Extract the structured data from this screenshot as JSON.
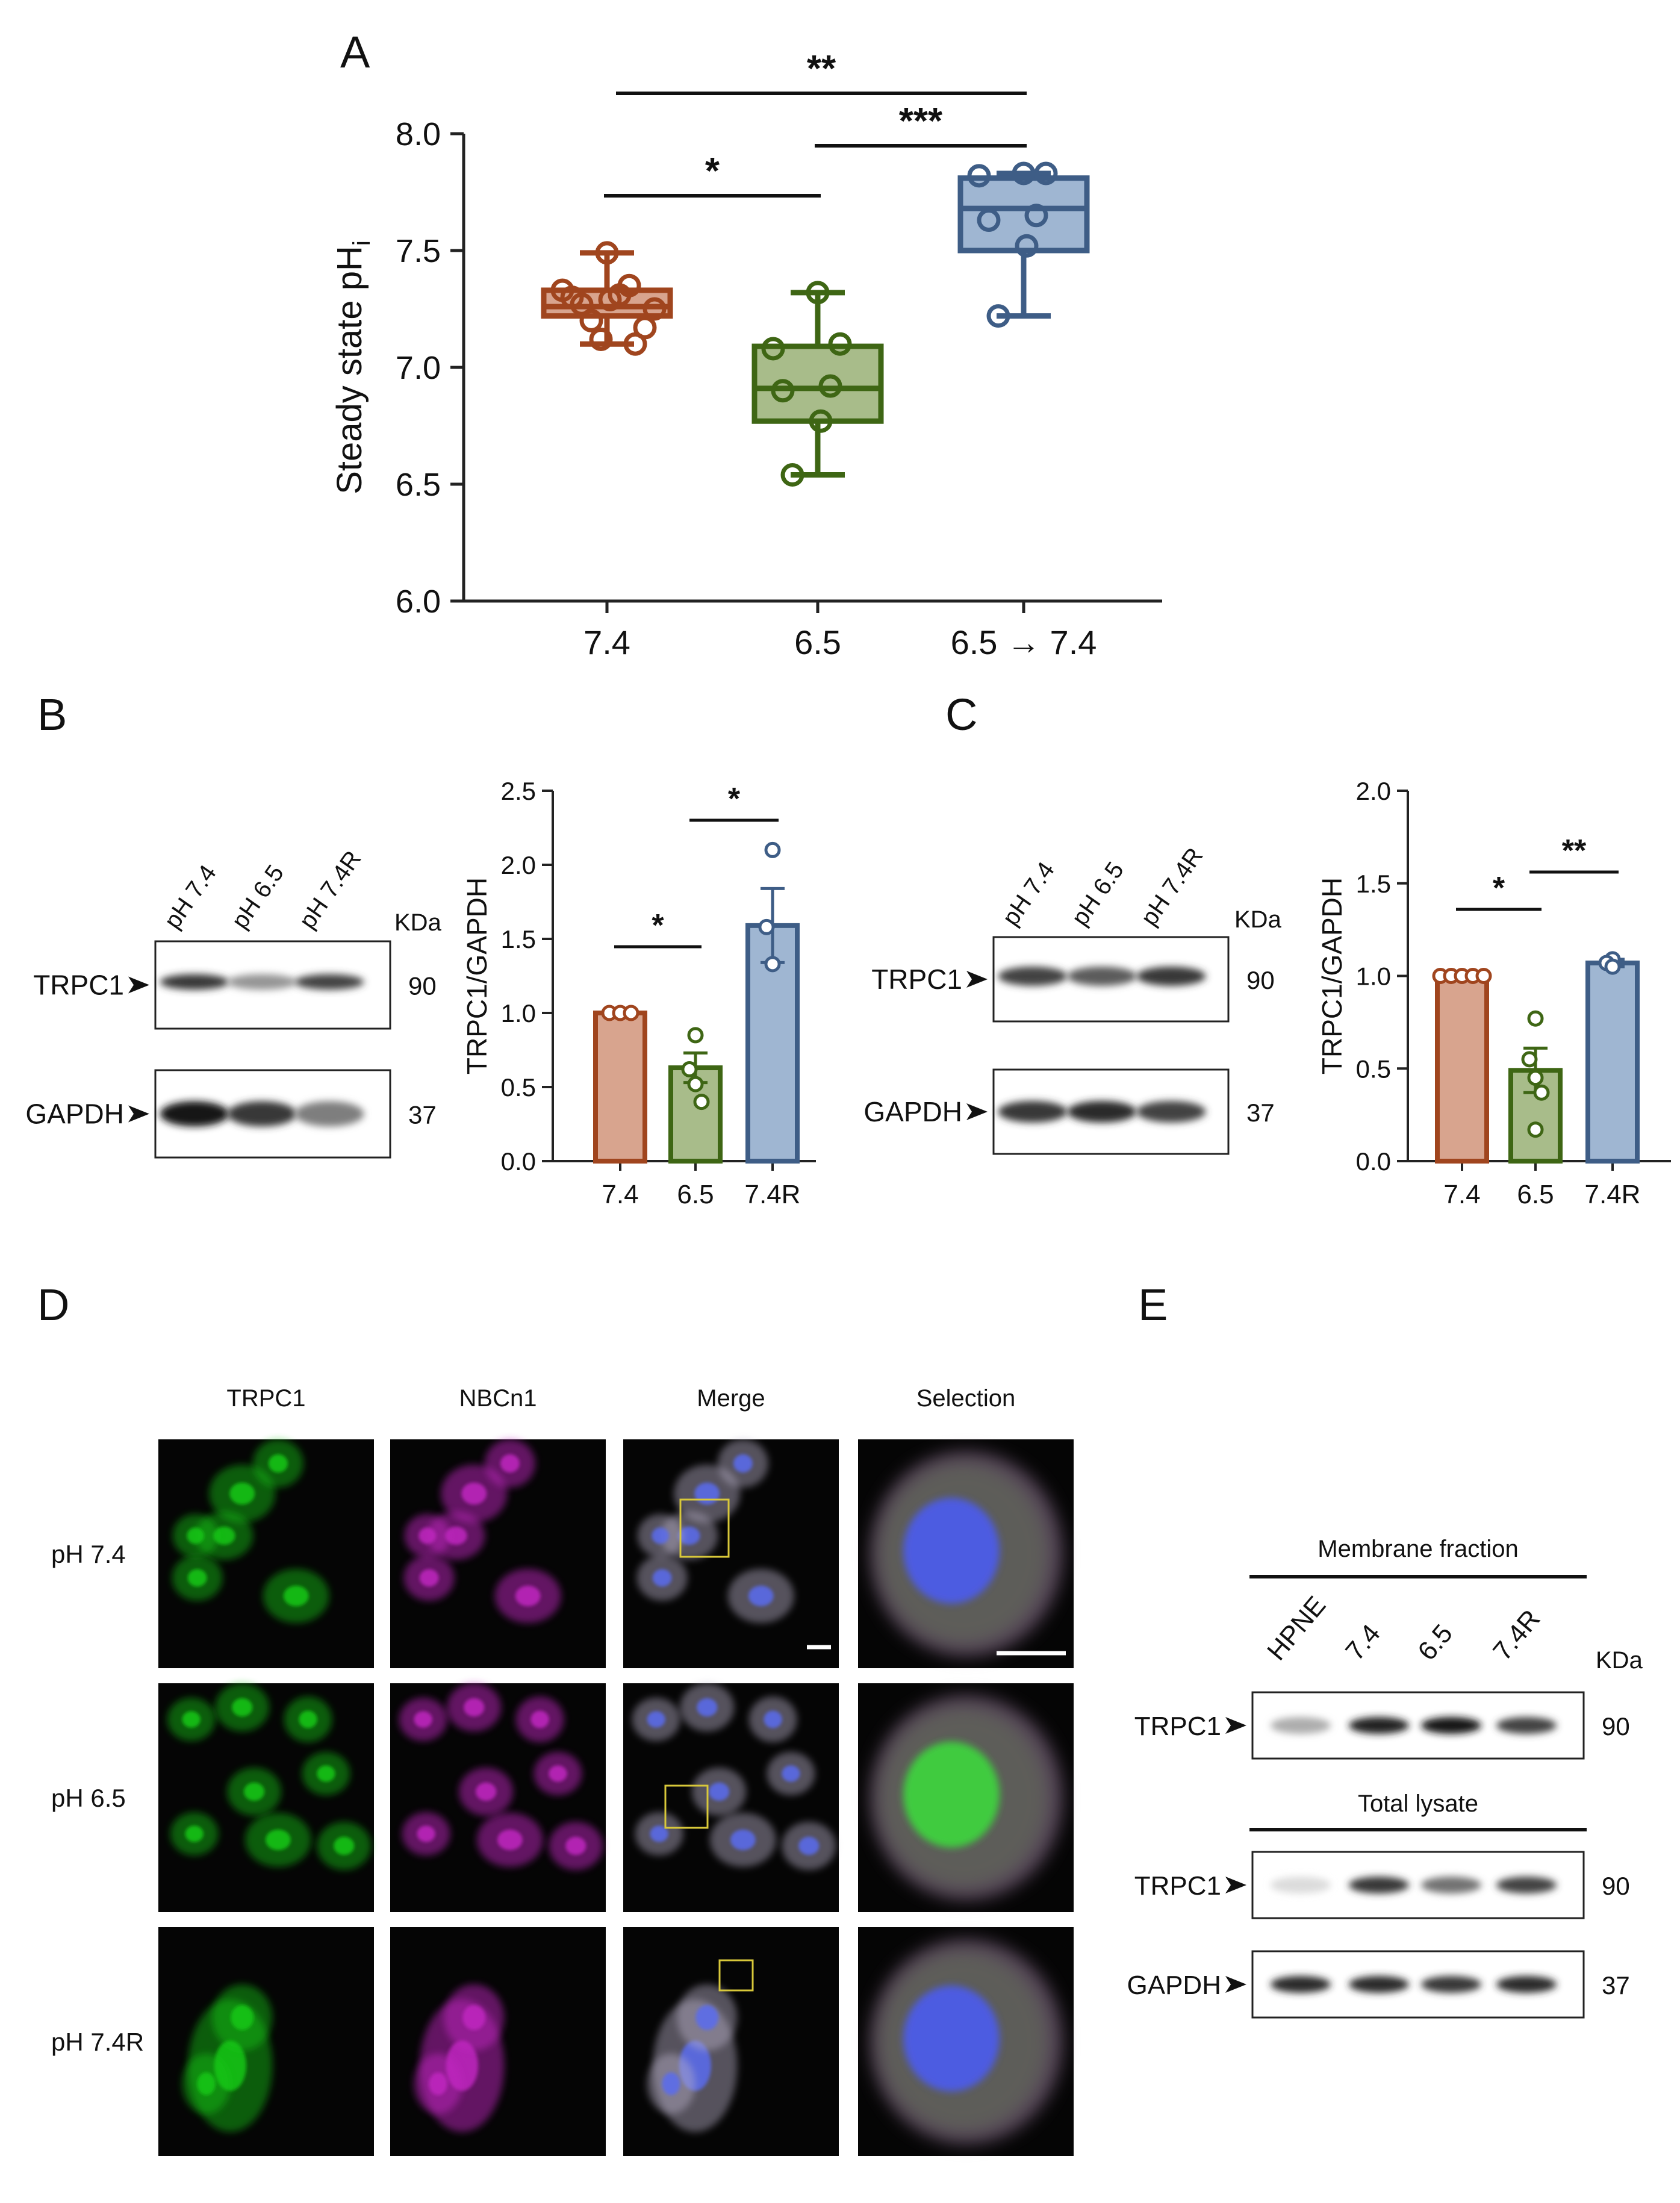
{
  "panel_labels": {
    "a": "A",
    "b": "B",
    "c": "C",
    "d": "D",
    "e": "E"
  },
  "colors": {
    "c74": "#A0451E",
    "f74": "#D8A48E",
    "c65": "#3E6614",
    "f65": "#A8BC8A",
    "cR": "#3E5D86",
    "fR": "#9FB6D2",
    "green": "#18C818",
    "magenta": "#C028C0",
    "box": "#D8C83A"
  },
  "chart_data": [
    {
      "id": "A",
      "type": "box",
      "categories": [
        "7.4",
        "6.5",
        "6.5 → 7.4"
      ],
      "ylabel": "Steady state pH",
      "ylabel_sub": "i",
      "ylim": [
        6.0,
        8.0
      ],
      "yticks": [
        "6.0",
        "6.5",
        "7.0",
        "7.5",
        "8.0"
      ],
      "boxes": [
        {
          "name": "7.4",
          "min": 7.1,
          "q1": 7.22,
          "median": 7.26,
          "q3": 7.33,
          "max": 7.49,
          "points": [
            7.49,
            7.35,
            7.33,
            7.31,
            7.3,
            7.29,
            7.27,
            7.25,
            7.2,
            7.17,
            7.12,
            7.1
          ]
        },
        {
          "name": "6.5",
          "min": 6.54,
          "q1": 6.77,
          "median": 6.91,
          "q3": 7.09,
          "max": 7.32,
          "points": [
            7.32,
            7.1,
            7.08,
            6.92,
            6.9,
            6.77,
            6.54
          ]
        },
        {
          "name": "6.5 → 7.4",
          "min": 7.22,
          "q1": 7.5,
          "median": 7.68,
          "q3": 7.81,
          "max": 7.83,
          "points": [
            7.83,
            7.83,
            7.82,
            7.65,
            7.63,
            7.52,
            7.22
          ]
        }
      ],
      "sig": [
        {
          "from": 0,
          "to": 1,
          "label": "*"
        },
        {
          "from": 1,
          "to": 2,
          "label": "***"
        },
        {
          "from": 0,
          "to": 2,
          "label": "**"
        }
      ]
    },
    {
      "id": "B",
      "type": "bar",
      "categories": [
        "7.4",
        "6.5",
        "7.4R"
      ],
      "values": [
        1.0,
        0.63,
        1.59
      ],
      "sem": [
        0.0,
        0.1,
        0.25
      ],
      "points": [
        [
          1.0,
          1.0,
          1.0
        ],
        [
          0.85,
          0.62,
          0.52,
          0.4
        ],
        [
          2.1,
          1.58,
          1.33
        ]
      ],
      "ylabel": "TRPC1/GAPDH",
      "ylim": [
        0,
        2.5
      ],
      "yticks": [
        "0.0",
        "0.5",
        "1.0",
        "1.5",
        "2.0",
        "2.5"
      ],
      "sig": [
        {
          "from": 0,
          "to": 1,
          "label": "*"
        },
        {
          "from": 1,
          "to": 2,
          "label": "*"
        }
      ]
    },
    {
      "id": "C",
      "type": "bar",
      "categories": [
        "7.4",
        "6.5",
        "7.4R"
      ],
      "values": [
        1.0,
        0.49,
        1.07
      ],
      "sem": [
        0.0,
        0.12,
        0.02
      ],
      "points": [
        [
          1.0,
          1.0,
          1.0,
          1.0,
          1.0
        ],
        [
          0.77,
          0.55,
          0.45,
          0.37,
          0.17
        ],
        [
          1.09,
          1.07,
          1.05
        ]
      ],
      "ylabel": "TRPC1/GAPDH",
      "ylim": [
        0,
        2.0
      ],
      "yticks": [
        "0.0",
        "0.5",
        "1.0",
        "1.5",
        "2.0"
      ],
      "sig": [
        {
          "from": 0,
          "to": 1,
          "label": "*"
        },
        {
          "from": 1,
          "to": 2,
          "label": "**"
        }
      ]
    }
  ],
  "blot_b": {
    "lanes": [
      "pH 7.4",
      "pH 6.5",
      "pH 7.4R"
    ],
    "kda": "KDa",
    "rows": [
      {
        "label": "TRPC1",
        "mw": "90",
        "bands": [
          0.85,
          0.45,
          0.8
        ]
      },
      {
        "label": "GAPDH",
        "mw": "37",
        "bands": [
          1.0,
          0.85,
          0.55
        ]
      }
    ]
  },
  "blot_c": {
    "lanes": [
      "pH 7.4",
      "pH 6.5",
      "pH 7.4R"
    ],
    "kda": "KDa",
    "rows": [
      {
        "label": "TRPC1",
        "mw": "90",
        "bands": [
          0.8,
          0.7,
          0.85
        ]
      },
      {
        "label": "GAPDH",
        "mw": "37",
        "bands": [
          0.85,
          0.9,
          0.8
        ]
      }
    ]
  },
  "panel_d": {
    "columns": [
      "TRPC1",
      "NBCn1",
      "Merge",
      "Selection"
    ],
    "rows": [
      "pH 7.4",
      "pH 6.5",
      "pH 7.4R"
    ]
  },
  "panel_e": {
    "membrane_title": "Membrane fraction",
    "total_title": "Total lysate",
    "lanes": [
      "HPNE",
      "7.4",
      "6.5",
      "7.4R"
    ],
    "kda": "KDa",
    "membrane_row": {
      "label": "TRPC1",
      "mw": "90",
      "bands": [
        0.35,
        0.95,
        1.0,
        0.8
      ]
    },
    "total_rows": [
      {
        "label": "TRPC1",
        "mw": "90",
        "bands": [
          0.15,
          0.85,
          0.6,
          0.8
        ]
      },
      {
        "label": "GAPDH",
        "mw": "37",
        "bands": [
          0.9,
          0.9,
          0.85,
          0.9
        ]
      }
    ]
  }
}
